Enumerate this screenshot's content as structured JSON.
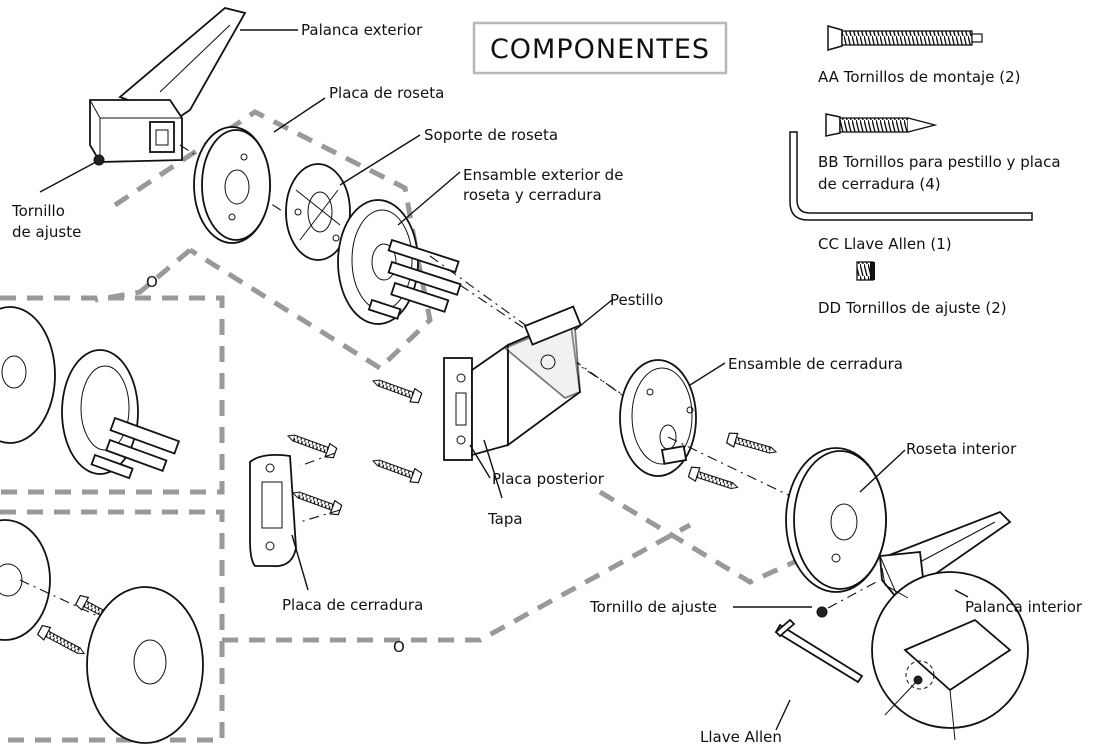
{
  "title": "COMPONENTES",
  "labels": {
    "palanca_exterior": "Palanca exterior",
    "placa_roseta": "Placa de roseta",
    "soporte_roseta": "Soporte de roseta",
    "ensamble_ext_1": "Ensamble exterior de",
    "ensamble_ext_2": "roseta y cerradura",
    "tornillo_ajuste_1": "Tornillo",
    "tornillo_ajuste_2": "de ajuste",
    "o_top": "O",
    "o_bottom": "O",
    "pestillo": "Pestillo",
    "ensamble_cerradura": "Ensamble de cerradura",
    "placa_posterior": "Placa posterior",
    "tapa": "Tapa",
    "placa_cerradura": "Placa de cerradura",
    "roseta_interior": "Roseta interior",
    "tornillo_ajuste_right": "Tornillo de ajuste",
    "palanca_interior": "Palanca interior",
    "llave_allen": "Llave Allen"
  },
  "components": [
    {
      "code": "AA",
      "line1": "AA Tornillos de montaje (2)",
      "line2": ""
    },
    {
      "code": "BB",
      "line1": "BB Tornillos para pestillo y placa",
      "line2": "de cerradura (4)"
    },
    {
      "code": "CC",
      "line1": "CC Llave Allen (1)",
      "line2": ""
    },
    {
      "code": "DD",
      "line1": "DD Tornillos de ajuste (2)",
      "line2": ""
    }
  ]
}
